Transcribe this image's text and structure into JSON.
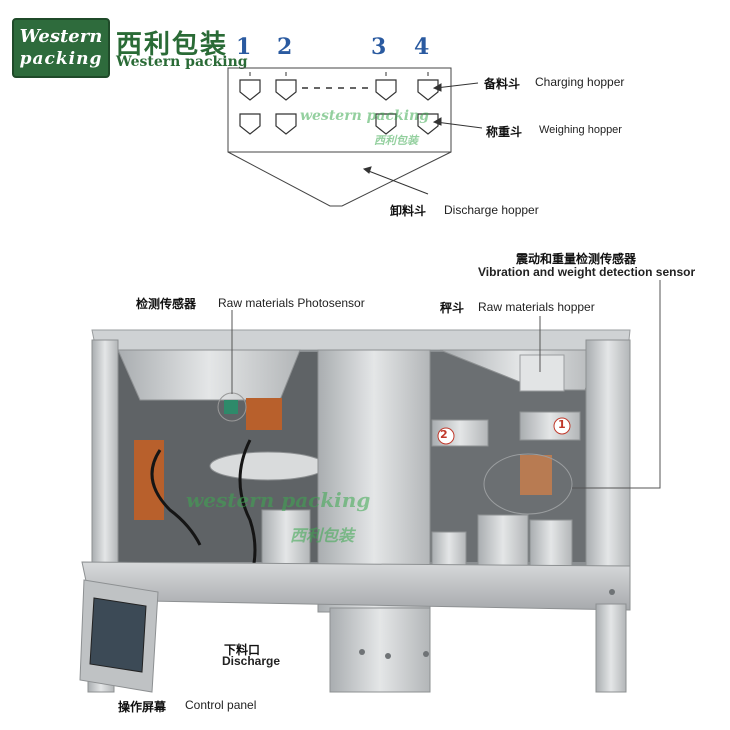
{
  "brand": {
    "logo_line1": "Western",
    "logo_line2": "packing",
    "name_cn": "西利包装",
    "name_en": "Western packing"
  },
  "diagram": {
    "numbers": [
      "1",
      "2",
      "3",
      "4"
    ],
    "charging_cn": "备料斗",
    "charging_en": "Charging hopper",
    "weighing_cn": "称重斗",
    "weighing_en": "Weighing hopper",
    "discharge_cn": "卸料斗",
    "discharge_en": "Discharge hopper",
    "watermark_en": "western packing",
    "watermark_cn": "西利包装"
  },
  "photo": {
    "sensor_cn": "震动和重量检测传感器",
    "sensor_en": "Vibration and weight detection sensor",
    "photosensor_cn": "检测传感器",
    "photosensor_en": "Raw materials Photosensor",
    "hopper_cn": "秤斗",
    "hopper_en": "Raw materials hopper",
    "discharge_cn": "下料口",
    "discharge_en": "Discharge",
    "control_cn": "操作屏幕",
    "control_en": "Control panel",
    "badge_1": "1",
    "badge_2": "2",
    "watermark_en": "western packing",
    "watermark_cn": "西利包装"
  },
  "colors": {
    "brand_green": "#2e6b3c",
    "number_blue": "#2a5aa0",
    "steel": "#c9ccce"
  }
}
